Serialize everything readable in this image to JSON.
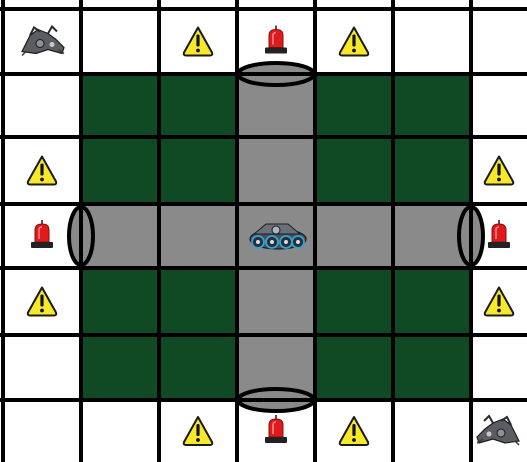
{
  "board": {
    "rows": 7,
    "cols": 7,
    "colors": {
      "floor": "#ffffff",
      "grass": "#0f4a24",
      "tunnel": "#8a8a8a",
      "grid": "#000000",
      "warning_fill": "#f7e82a",
      "warning_stroke": "#1a1a1a",
      "alarm_red": "#e01a1a",
      "alarm_base": "#222222",
      "robot_body": "#4a4f55",
      "robot_accent": "#2fa4d6"
    },
    "cells": [
      [
        "robot-debris",
        "empty",
        "warning",
        "alarm",
        "warning",
        "empty",
        "empty"
      ],
      [
        "empty",
        "grass",
        "grass",
        "tunnel",
        "grass",
        "grass",
        "empty"
      ],
      [
        "warning",
        "grass",
        "grass",
        "tunnel",
        "grass",
        "grass",
        "warning"
      ],
      [
        "alarm",
        "tunnel",
        "tunnel",
        "robot-player",
        "tunnel",
        "tunnel",
        "alarm"
      ],
      [
        "warning",
        "grass",
        "grass",
        "tunnel",
        "grass",
        "grass",
        "warning"
      ],
      [
        "empty",
        "grass",
        "grass",
        "tunnel",
        "grass",
        "grass",
        "empty"
      ],
      [
        "empty",
        "empty",
        "warning",
        "alarm",
        "warning",
        "empty",
        "robot-debris"
      ]
    ],
    "tunnel_openings": [
      "top",
      "bottom",
      "left",
      "right"
    ]
  }
}
